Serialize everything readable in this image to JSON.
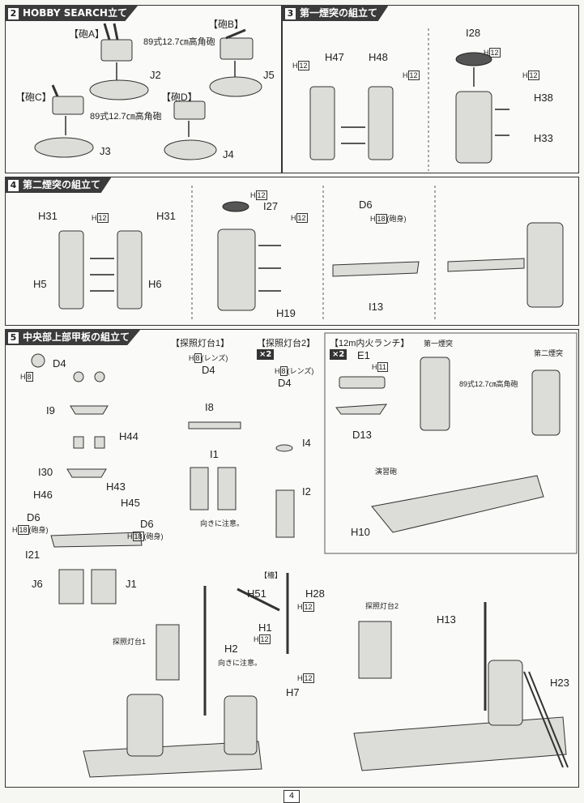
{
  "header": {
    "brand": "HOBBY SEARCH"
  },
  "step2": {
    "num": "2",
    "title_suffix": "立て",
    "labels": {
      "hou_a": "【砲A】",
      "hou_b": "【砲B】",
      "hou_c": "【砲C】",
      "hou_d": "【砲D】",
      "gun_top": "89式12.7㎝高角砲",
      "gun_mid": "89式12.7㎝高角砲",
      "j2": "J2",
      "j5": "J5",
      "j3": "J3",
      "j4": "J4"
    }
  },
  "step3": {
    "num": "3",
    "title": "第一煙突の組立て",
    "labels": {
      "h12a": "12",
      "h47": "H47",
      "h48": "H48",
      "h12b": "12",
      "i28": "I28",
      "h12c": "12",
      "h12d": "12",
      "h38": "H38",
      "h33": "H33"
    }
  },
  "step4": {
    "num": "4",
    "title": "第二煙突の組立て",
    "labels": {
      "h31a": "H31",
      "h12a": "12",
      "h31b": "H31",
      "h5": "H5",
      "h6": "H6",
      "h12b": "12",
      "i27": "I27",
      "h12c": "12",
      "h19": "H19",
      "d6": "D6",
      "h18": "18",
      "hoshin": "(砲身)",
      "i13": "I13"
    }
  },
  "step5": {
    "num": "5",
    "title": "中央部上部甲板の組立て",
    "labels": {
      "h8a": "8",
      "d4a": "D4",
      "i9": "I9",
      "h44": "H44",
      "i30": "I30",
      "h43": "H43",
      "h46": "H46",
      "h45": "H45",
      "d6a": "D6",
      "d6b": "D6",
      "h18a": "18",
      "h18b": "18",
      "hoshin_a": "(砲身)",
      "hoshin_b": "(砲身)",
      "i21": "I21",
      "j6": "J6",
      "j1": "J1",
      "searchlight1": "【探照灯台1】",
      "h8b": "8",
      "lens_a": "(レンズ)",
      "d4b": "D4",
      "i8": "I8",
      "i1": "I1",
      "caution1": "向きに注意。",
      "searchlight2": "【探照灯台2】",
      "x2a": "×2",
      "h8c": "8",
      "lens_b": "(レンズ)",
      "d4c": "D4",
      "i4": "I4",
      "i2": "I2",
      "launch": "【12m内火ランチ】",
      "x2b": "×2",
      "e1": "E1",
      "h11": "11",
      "d13": "D13",
      "chimney1": "第一煙突",
      "chimney2": "第二煙突",
      "gun89": "89式12.7㎝高角砲",
      "practice_gun": "演習砲",
      "h10": "H10",
      "mast": "【檣】",
      "h51": "H51",
      "h28": "H28",
      "h12a": "12",
      "h1": "H1",
      "h12b": "12",
      "h2": "H2",
      "caution2": "向きに注意。",
      "h7": "H7",
      "h12c": "12",
      "sl1_label": "探照灯台1",
      "sl2_label": "探照灯台2",
      "h13": "H13",
      "h23": "H23"
    }
  },
  "page_number": "4"
}
